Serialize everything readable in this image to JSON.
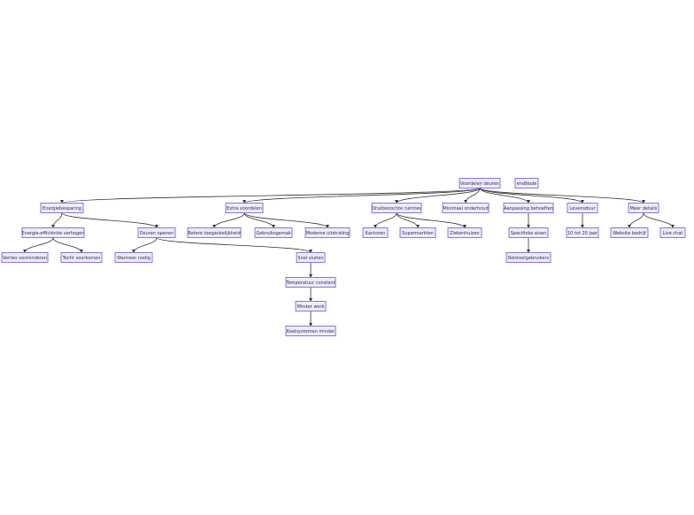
{
  "colors": {
    "node_fill": "#ECECFF",
    "node_border": "#9370DB",
    "edge": "#333333",
    "text": "#333333",
    "background": "#FFFFFF"
  },
  "nodes": {
    "root": "Voordelen deuren",
    "endnode": "endNode",
    "energiebesparing": "Energiebesparing",
    "extra_voordelen": "Extra voordelen",
    "drukbezochte_ruimtes": "Drukbezochte ruimtes",
    "minimaal_onderhoud": "Minimaal onderhoud",
    "aanpassing_behoeften": "Aanpassing behoeften",
    "levensduur": "Levensduur",
    "meer_details": "Meer details",
    "energie_efficientie": "Energie-efficiëntie verhogen",
    "deuren_openen": "Deuren openen",
    "betere_toegankelijkheid": "Betere toegankelijkheid",
    "gebruiksgemak": "Gebruiksgemak",
    "moderne_uitstraling": "Moderne uitstraling",
    "kantoren": "Kantoren",
    "supermarkten": "Supermarkten",
    "ziekenhuizen": "Ziekenhuizen",
    "specifieke_eisen": "Specifieke eisen",
    "jaar_10_20": "10 tot 20 jaar",
    "website_bedrijf": "Website bedrijf",
    "live_chat": "Live chat",
    "verlies_verminderen": "Verlies verminderen",
    "tocht_voorkomen": "Tocht voorkomen",
    "wanneer_nodig": "Wanneer nodig",
    "snel_sluiten": "Snel sluiten",
    "rolstoelgebruikers": "Rolstoelgebruikers",
    "temperatuur_constant": "Temperatuur constant",
    "minder_werk": "Minder werk",
    "koelsystemen_minder": "Koelsystemen minder"
  }
}
